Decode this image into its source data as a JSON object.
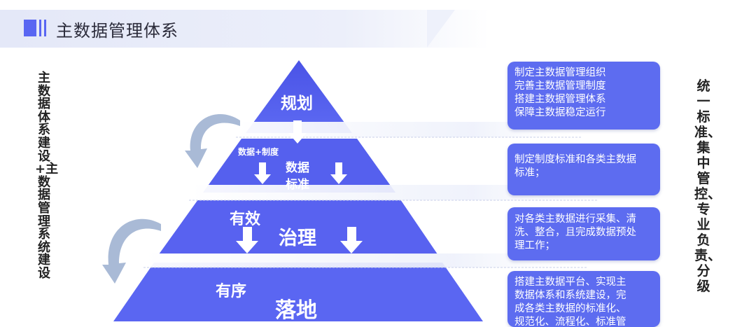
{
  "header": {
    "title": "主数据管理体系"
  },
  "left_vertical_text": "主数据体系建设+主数据管理系统建设",
  "right_vertical_text": "统一标准、集中管控、专业负责、分级",
  "pyramid": {
    "tier1": {
      "label": "规划"
    },
    "tier2": {
      "small_label": "数据+制度",
      "label_line1": "数据",
      "label_line2": "标准"
    },
    "tier3": {
      "small_label": "有效",
      "label": "治理"
    },
    "tier4": {
      "small_label": "有序",
      "label": "落地"
    }
  },
  "boxes": [
    {
      "lines": [
        "制定主数据管理组织",
        "完善主数据管理制度",
        "搭建主数据管理体系",
        "保障主数据稳定运行"
      ]
    },
    {
      "lines": [
        "制定制度标准和各类主数据",
        "标准；"
      ]
    },
    {
      "lines": [
        "对各类主数据进行采集、清",
        "洗、整合，且完成数据预处",
        "理工作；"
      ]
    },
    {
      "lines": [
        "搭建主数据平台、实现主",
        "数据体系和系统建设，完",
        "成各类主数据的标准化、",
        "规范化、流程化、标准管"
      ]
    }
  ],
  "colors": {
    "accent": "#5966f2",
    "pyramid_top": "#4a53e6",
    "pyramid_mid": "#5560ee",
    "box_fill": "#5d6cf0",
    "arrow_gray": "#a9bad6"
  },
  "icons": [
    "header-bars-icon",
    "down-arrow-icon",
    "curved-arrow-icon"
  ]
}
